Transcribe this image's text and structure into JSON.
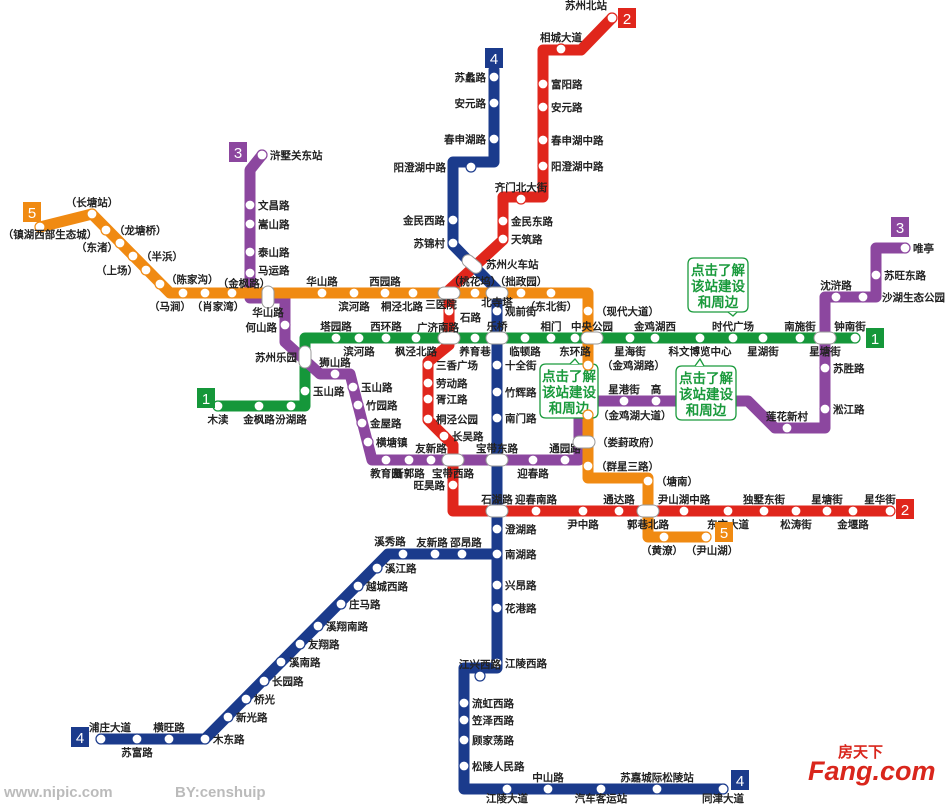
{
  "lines": [
    {
      "number": "1",
      "color": "#15973a",
      "stations": [
        "木渎",
        "金枫路",
        "汾湖路",
        "玉山路",
        "塔园路",
        "滨河路",
        "西环路",
        "枫泾北路",
        "养育巷",
        "临顿路",
        "相门",
        "东环路",
        "星海街",
        "金鸡湖西",
        "科文博览中心",
        "时代广场",
        "星湖街",
        "南施街",
        "钟南街"
      ]
    },
    {
      "number": "2",
      "color": "#e0261c",
      "stations": [
        "苏州北站",
        "相城大道",
        "富阳路",
        "安元路",
        "春申湖中路",
        "阳澄湖中路",
        "齐门北大街",
        "金民东路",
        "天筑路",
        "石路",
        "三香广场",
        "劳动路",
        "胥江路",
        "桐泾公园",
        "长吴路",
        "旺昊路",
        "迎春南路",
        "尹中路",
        "通达路",
        "尹山湖中路",
        "东方大道",
        "独墅东街",
        "松涛街",
        "星塘街",
        "金堰路",
        "星华街"
      ]
    },
    {
      "number": "3",
      "color": "#8c479f",
      "stations": [
        "浒墅关东站",
        "文昌路",
        "嵩山路",
        "泰山路",
        "马运路",
        "何山路",
        "狮山路",
        "玉山路",
        "竹园路",
        "金屋路",
        "横塘镇",
        "教育园",
        "新郭路",
        "友新路",
        "迎春路",
        "通园路",
        "星港街",
        "高",
        "莲花新村",
        "淞江路",
        "苏胜路",
        "沈浒路",
        "沙湖生态公园",
        "苏旺东路",
        "唯亭"
      ]
    },
    {
      "number": "4",
      "color": "#1b3b8c",
      "stations": [
        "苏蠡路",
        "安元路",
        "春申湖路",
        "阳澄湖中路",
        "金民西路",
        "苏锦村",
        "观前街",
        "十全街",
        "竹辉路",
        "南门路",
        "澄湖路",
        "南湖路",
        "兴昂路",
        "花港路",
        "江陵西路",
        "江兴西路",
        "流虹西路",
        "笠泽西路",
        "顾家荡路",
        "松陵人民路",
        "江陵大道",
        "中山路",
        "汽车客运站",
        "苏嘉城际松陵站",
        "同津大道",
        "邵昂路",
        "友新路",
        "溪秀路",
        "溪江路",
        "越城西路",
        "庄马路",
        "溪翔南路",
        "友翔路",
        "溪南路",
        "长园路",
        "桥光",
        "新光路",
        "木东路",
        "横旺路",
        "苏富路",
        "浦庄大道"
      ]
    },
    {
      "number": "5",
      "color": "#f08a12",
      "stations": [
        "（镇湖西部生态城）",
        "（长塘站）",
        "（龙塘桥）",
        "（东渚）",
        "（半浜）",
        "（上场）",
        "（陈家沟）",
        "（马涧）",
        "（肖家湾）",
        "（金枫路）",
        "华山路",
        "滨河路",
        "西园路",
        "桐泾北路",
        "（桃花坞）",
        "（拙政园）",
        "（东北街）",
        "（现代大道）",
        "（金鸡湖路）",
        "（金鸡湖大道）",
        "（群星三路）",
        "（塘南）",
        "（黄潦）",
        "（尹山湖）"
      ]
    }
  ],
  "transfer_stations": [
    {
      "name": "苏州火车站",
      "lines": [
        "2",
        "4"
      ]
    },
    {
      "name": "三医院",
      "lines": [
        "2",
        "5"
      ]
    },
    {
      "name": "北寺塔",
      "lines": [
        "4",
        "5"
      ]
    },
    {
      "name": "广济南路",
      "lines": [
        "1",
        "2"
      ]
    },
    {
      "name": "乐桥",
      "lines": [
        "1",
        "4"
      ]
    },
    {
      "name": "中央公园",
      "lines": [
        "1",
        "5"
      ]
    },
    {
      "name": "宝带西路",
      "lines": [
        "2",
        "3"
      ]
    },
    {
      "name": "宝带东路",
      "lines": [
        "3",
        "4"
      ]
    },
    {
      "name": "石湖路",
      "lines": [
        "2",
        "4"
      ]
    },
    {
      "name": "郭巷北路",
      "lines": [
        "2",
        "5"
      ]
    },
    {
      "name": "（娄葑政府）",
      "lines": [
        "3",
        "5"
      ]
    },
    {
      "name": "星塘街",
      "lines": [
        "1",
        "3"
      ]
    },
    {
      "name": "苏州乐园",
      "lines": [
        "1",
        "3"
      ]
    },
    {
      "name": "华山路",
      "lines": [
        "3",
        "5"
      ]
    }
  ],
  "callout": {
    "lines": [
      "点击了解",
      "该站建设",
      "和周边"
    ],
    "color": "#1a9a3c"
  },
  "logo": {
    "cn": "房天下",
    "en": "Fang.com",
    "color": "#d9261c"
  },
  "watermark": {
    "site": "www.nipic.com",
    "author": "BY:censhuip"
  }
}
